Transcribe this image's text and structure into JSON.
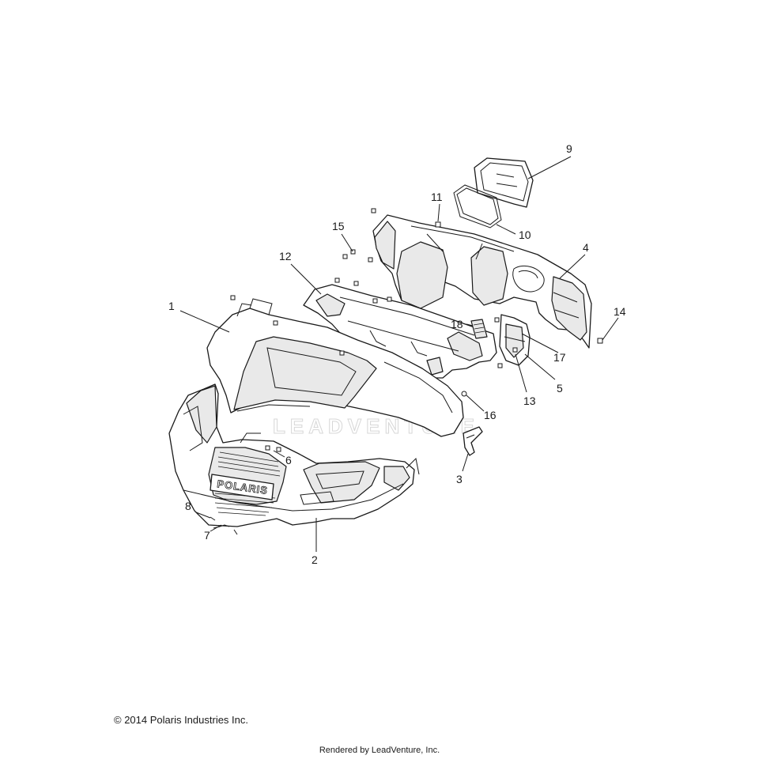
{
  "callouts": [
    {
      "number": "1"
    },
    {
      "number": "2"
    },
    {
      "number": "3"
    },
    {
      "number": "4"
    },
    {
      "number": "5"
    },
    {
      "number": "6"
    },
    {
      "number": "7"
    },
    {
      "number": "8"
    },
    {
      "number": "9"
    },
    {
      "number": "10"
    },
    {
      "number": "11"
    },
    {
      "number": "12"
    },
    {
      "number": "13"
    },
    {
      "number": "14"
    },
    {
      "number": "15"
    },
    {
      "number": "16"
    },
    {
      "number": "17"
    },
    {
      "number": "18"
    }
  ],
  "hood_logo": "POLARIS",
  "watermark": "LEADVENTURE",
  "copyright": "© 2014 Polaris Industries Inc.",
  "rendered_by": "Rendered by LeadVenture, Inc.",
  "colors": {
    "line": "#1a1a1a",
    "background": "#ffffff",
    "watermark": "#d9d9d9"
  }
}
